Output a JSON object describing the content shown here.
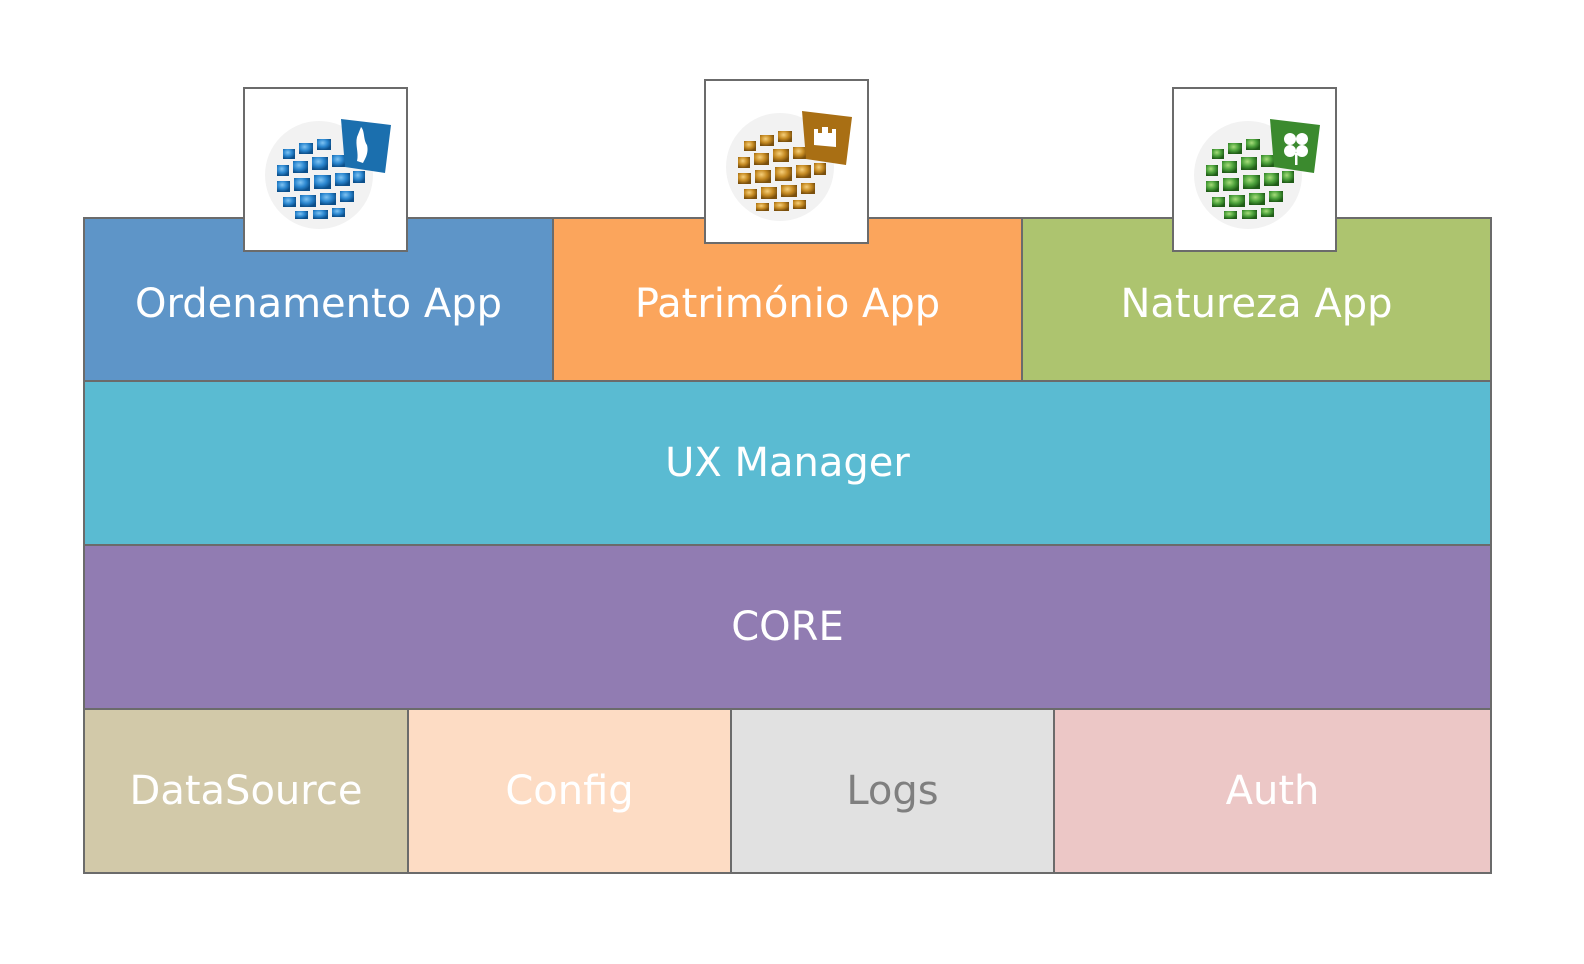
{
  "apps": [
    {
      "label": "Ordenamento App",
      "color": "#5e95c8",
      "icon": "globe-map-icon",
      "accent": "#1b6fae"
    },
    {
      "label": "Património App",
      "color": "#fba55c",
      "icon": "globe-castle-icon",
      "accent": "#a96f14"
    },
    {
      "label": "Natureza App",
      "color": "#adc46f",
      "icon": "globe-clover-icon",
      "accent": "#3b8a2e"
    }
  ],
  "layers": {
    "ux": {
      "label": "UX Manager",
      "color": "#5abbd2"
    },
    "core": {
      "label": "CORE",
      "color": "#917cb2"
    }
  },
  "services": [
    {
      "label": "DataSource",
      "color": "#d2c9a9",
      "text_color": "#ffffff"
    },
    {
      "label": "Config",
      "color": "#fddcc4",
      "text_color": "#ffffff"
    },
    {
      "label": "Logs",
      "color": "#e1e1e1",
      "text_color": "#7f7f7f"
    },
    {
      "label": "Auth",
      "color": "#ecc7c6",
      "text_color": "#ffffff"
    }
  ]
}
